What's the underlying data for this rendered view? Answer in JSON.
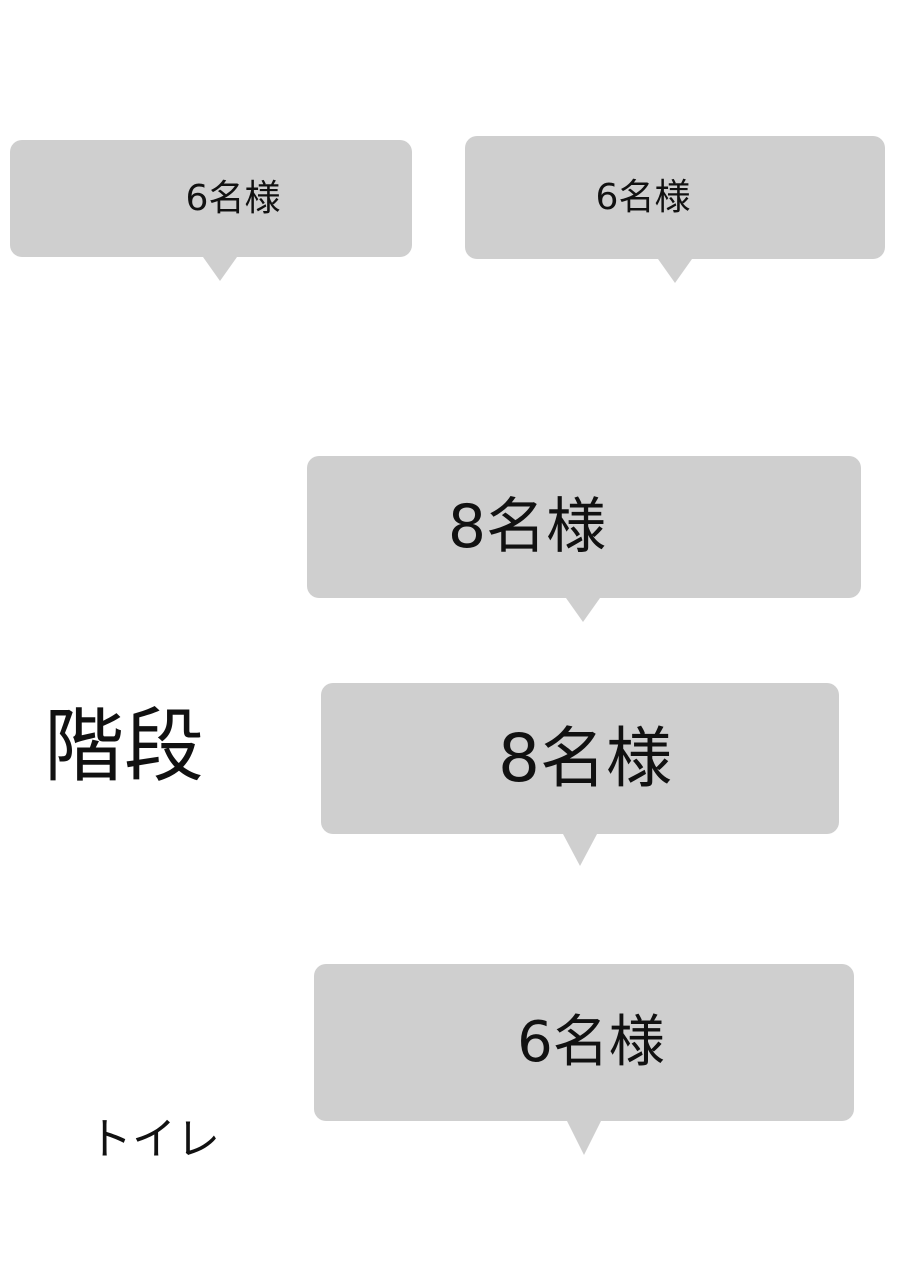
{
  "bubbles": [
    {
      "label": "6名様"
    },
    {
      "label": "6名様"
    },
    {
      "label": "8名様"
    },
    {
      "label": "8名様"
    },
    {
      "label": "6名様"
    }
  ],
  "labels": {
    "stairs": "階段",
    "toilet": "トイレ"
  },
  "colors": {
    "bubble_fill": "#cfcfcf",
    "text": "#111111",
    "background": "#ffffff"
  }
}
